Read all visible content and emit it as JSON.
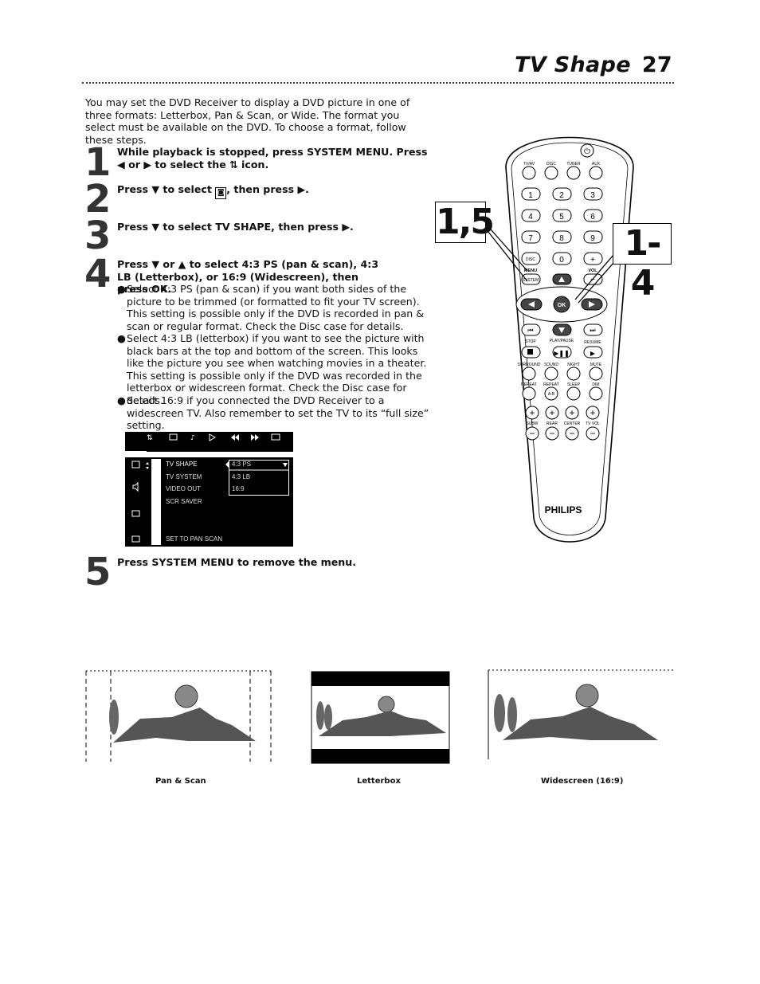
{
  "header": {
    "title": "TV Shape",
    "page_number": "27"
  },
  "intro": "You may set the DVD Receiver to display a DVD picture in one of three formats: Letterbox, Pan & Scan, or Wide. The format you select must be available on the DVD. To choose a format, follow these steps.",
  "steps": [
    {
      "num": "1",
      "text": "While playback is stopped, press SYSTEM MENU. Press ◀ or ▶ to select the ⇅ icon."
    },
    {
      "num": "2",
      "text_a": "Press ▼ to select",
      "text_b": ", then press ▶."
    },
    {
      "num": "3",
      "text": "Press ▼ to select TV SHAPE, then press ▶."
    },
    {
      "num": "4",
      "text": "Press ▼ or ▲ to select 4:3 PS (pan & scan), 4:3 LB (Letterbox), or 16:9 (Widescreen), then press OK."
    },
    {
      "num": "5",
      "text": "Press SYSTEM MENU to remove the menu."
    }
  ],
  "bullets": [
    "Select 4:3 PS (pan & scan) if you want both sides of the picture to be trimmed (or formatted to fit your TV screen). This setting is possible only if the DVD is recorded in pan & scan or regular format. Check the Disc case for details.",
    "Select 4:3 LB (letterbox) if you want to see the picture with black bars at the top and bottom of the screen. This looks like the picture you see when watching movies in a theater. This setting is possible only if the DVD was recorded in the letterbox or widescreen format. Check the Disc case for details.",
    "Select 16:9 if you connected the DVD Receiver to a widescreen TV. Also remember to set the TV to its “full size” setting."
  ],
  "osd": {
    "menu_items": [
      "TV SHAPE",
      "TV SYSTEM",
      "VIDEO OUT",
      "SCR SAVER"
    ],
    "options": [
      "4:3 PS",
      "4:3 LB",
      "16:9"
    ],
    "footer": "SET TO PAN SCAN"
  },
  "callouts": {
    "left": "1,5",
    "right": "1-4"
  },
  "remote": {
    "brand": "PHILIPS",
    "labels": {
      "tvav": "TV/AV",
      "disc": "DISC",
      "tuner": "TUNER",
      "aux": "AUX",
      "menu": "MENU",
      "system": "SYSTEM",
      "vol": "VOL",
      "ok": "OK",
      "stop": "STOP",
      "playpause": "PLAY/PAUSE",
      "resume": "RESUME",
      "surround": "SURROUND",
      "sound": "SOUND",
      "night": "NIGHT",
      "mute": "MUTE",
      "repeat1": "REPEAT",
      "repeat2": "REPEAT",
      "sleep": "SLEEP",
      "dim": "DIM",
      "ab": "A-B",
      "subw": "SUBW",
      "rear": "REAR",
      "center": "CENTER",
      "tvvol": "TV VOL"
    },
    "digits": [
      "1",
      "2",
      "3",
      "4",
      "5",
      "6",
      "7",
      "8",
      "9",
      "0"
    ]
  },
  "captions": [
    "Pan & Scan",
    "Letterbox",
    "Widescreen (16:9)"
  ]
}
